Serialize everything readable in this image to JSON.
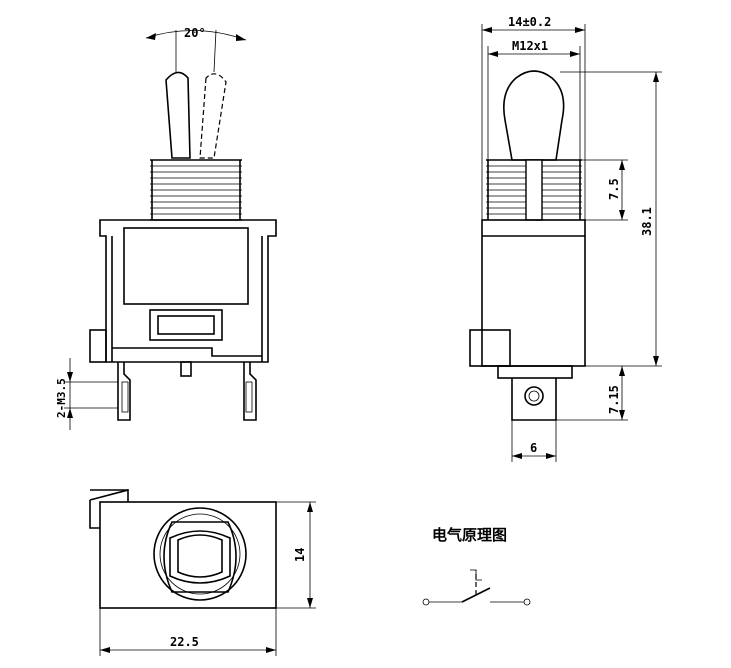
{
  "front_view": {
    "angle_label": "20°",
    "pin_label": "2-M3.5"
  },
  "side_view": {
    "width_label": "14±0.2",
    "thread_label": "M12x1",
    "thread_length_label": "7.5",
    "height_label": "38.1",
    "terminal_label": "7.15",
    "terminal_width_label": "6"
  },
  "bottom_view": {
    "height_label": "14",
    "width_label": "22.5"
  },
  "schematic": {
    "title": "电气原理图"
  }
}
